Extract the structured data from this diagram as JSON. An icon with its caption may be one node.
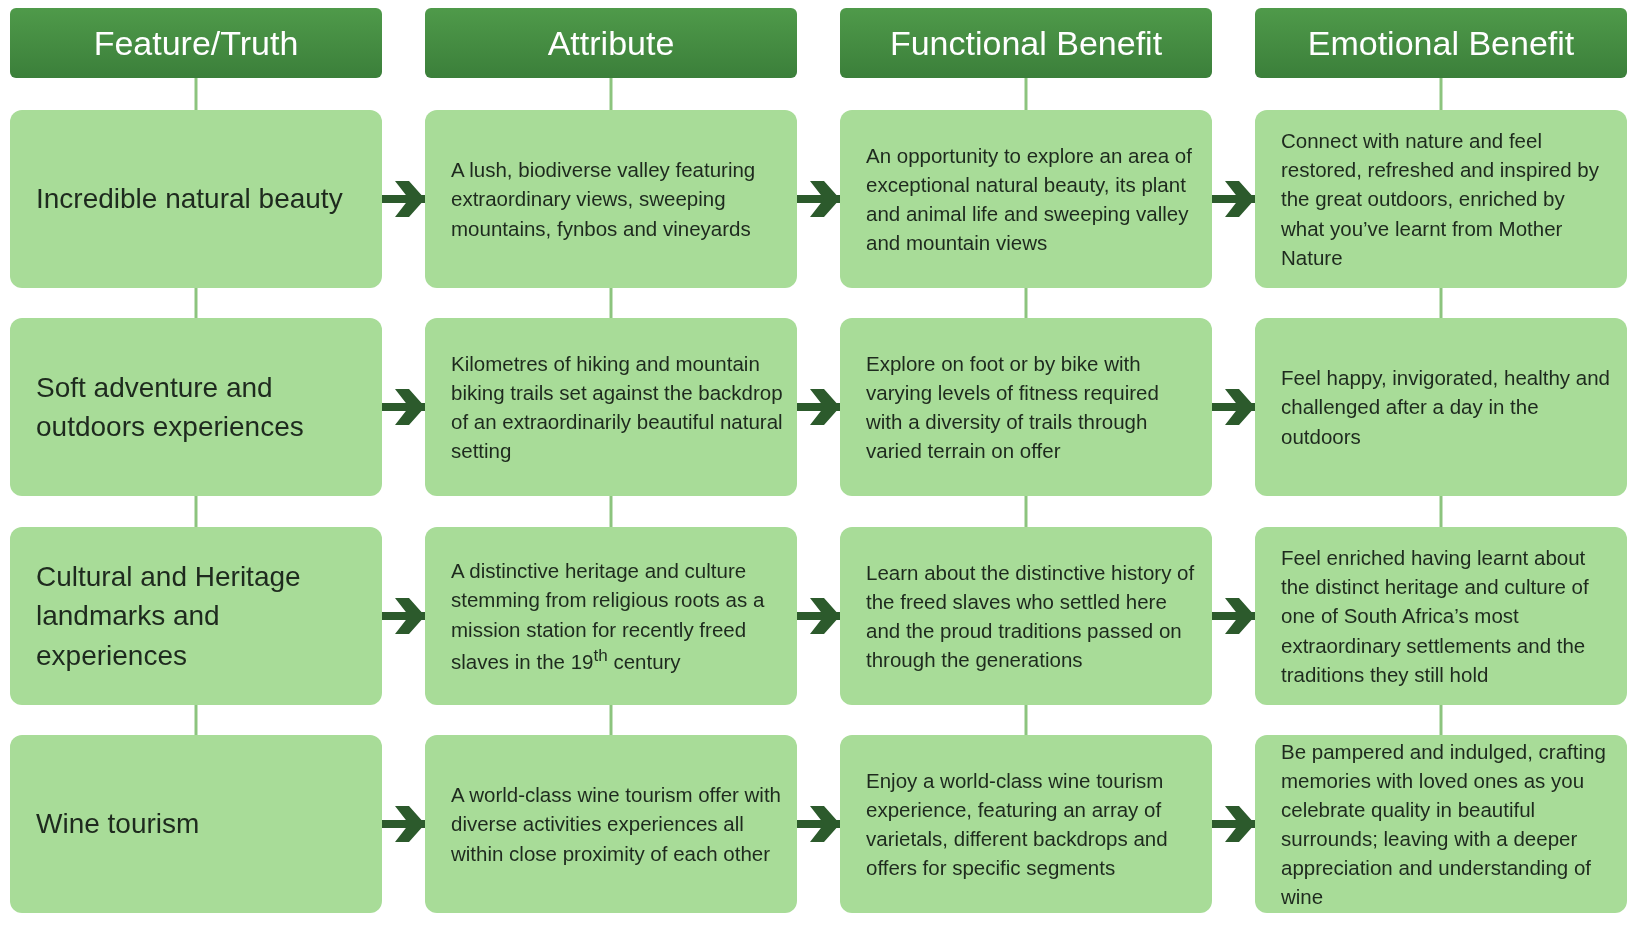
{
  "diagram": {
    "nodes": [
      {
        "text": [
          "Feature/Truth"
        ]
      },
      {
        "text": [
          "Attribute"
        ]
      },
      {
        "text": [
          "Functional Benefit"
        ]
      },
      {
        "text": [
          "Emotional Benefit"
        ]
      },
      {
        "text": [
          "Incredible natural beauty"
        ]
      },
      {
        "text": [
          "A lush, biodiverse valley featuring extraordinary views, sweeping mountains, fynbos and vineyards"
        ]
      },
      {
        "text": [
          "An opportunity to explore an area of exceptional natural beauty, its plant and animal life and sweeping valley and mountain views"
        ]
      },
      {
        "text": [
          "Connect with nature and feel restored, refreshed and inspired by the great outdoors, enriched by what you’ve learnt from Mother Nature"
        ]
      },
      {
        "text": [
          "Soft adventure and outdoors experiences"
        ]
      },
      {
        "text": [
          "Kilometres of hiking and mountain biking trails set against the backdrop of an extraordinarily beautiful natural setting"
        ]
      },
      {
        "text": [
          "Explore on foot or by bike with varying levels of fitness required with a diversity of trails through varied terrain on offer"
        ]
      },
      {
        "text": [
          "Feel happy, invigorated, healthy and challenged after a day in the outdoors"
        ]
      },
      {
        "text": [
          "Cultural and Heritage landmarks and experiences"
        ]
      },
      {
        "text": [
          "A distinctive heritage and culture stemming from religious roots as a mission station for recently freed slaves in the 19$^{th}$ century"
        ]
      },
      {
        "text": [
          "Learn about the distinctive history of the freed slaves who settled here and the proud traditions passed on through the generations"
        ]
      },
      {
        "text": [
          "Feel enriched having learnt about the distinct heritage and culture of one of South Africa’s most extraordinary settlements and the traditions they still hold"
        ]
      },
      {
        "text": [
          "Wine tourism"
        ]
      },
      {
        "text": [
          "A world-class wine tourism offer with diverse activities experiences all within close proximity of each other"
        ]
      },
      {
        "text": [
          "Enjoy a world-class wine tourism experience, featuring an array of varietals, different backdrops and offers for specific segments"
        ]
      },
      {
        "text": [
          "Be pampered and indulged, crafting memories with loved ones as you celebrate quality in beautiful surrounds; leaving with a deeper appreciation and understanding of wine"
        ]
      }
    ],
    "edges": [
      {
        "from": 4,
        "to": 5,
        "arrow": "to",
        "style": "thick",
        "color": "#2c5a2c"
      },
      {
        "from": 5,
        "to": 6,
        "arrow": "to",
        "style": "thick",
        "color": "#2c5a2c"
      },
      {
        "from": 6,
        "to": 7,
        "arrow": "to",
        "style": "thick",
        "color": "#2c5a2c"
      },
      {
        "from": 8,
        "to": 9,
        "arrow": "to",
        "style": "thick",
        "color": "#2c5a2c"
      },
      {
        "from": 9,
        "to": 10,
        "arrow": "to",
        "style": "thick",
        "color": "#2c5a2c"
      },
      {
        "from": 10,
        "to": 11,
        "arrow": "to",
        "style": "thick",
        "color": "#2c5a2c"
      },
      {
        "from": 12,
        "to": 13,
        "arrow": "to",
        "style": "thick",
        "color": "#2c5a2c"
      },
      {
        "from": 13,
        "to": 14,
        "arrow": "to",
        "style": "thick",
        "color": "#2c5a2c"
      },
      {
        "from": 14,
        "to": 15,
        "arrow": "to",
        "style": "thick",
        "color": "#2c5a2c"
      },
      {
        "from": 16,
        "to": 17,
        "arrow": "to",
        "style": "thick",
        "color": "#2c5a2c"
      },
      {
        "from": 17,
        "to": 18,
        "arrow": "to",
        "style": "thick",
        "color": "#2c5a2c"
      },
      {
        "from": 18,
        "to": 19,
        "arrow": "to",
        "style": "thick",
        "color": "#2c5a2c"
      },
      {
        "from": 0,
        "to": 4,
        "arrow": "none"
      },
      {
        "from": 4,
        "to": 8,
        "arrow": "none"
      },
      {
        "from": 8,
        "to": 12,
        "arrow": "none"
      },
      {
        "from": 12,
        "to": 16,
        "arrow": "none"
      },
      {
        "from": 1,
        "to": 5,
        "arrow": "none"
      },
      {
        "from": 5,
        "to": 9,
        "arrow": "none"
      },
      {
        "from": 9,
        "to": 13,
        "arrow": "none"
      },
      {
        "from": 13,
        "to": 17,
        "arrow": "none"
      },
      {
        "from": 2,
        "to": 6,
        "arrow": "none"
      },
      {
        "from": 6,
        "to": 10,
        "arrow": "none"
      },
      {
        "from": 10,
        "to": 14,
        "arrow": "none"
      },
      {
        "from": 14,
        "to": 18,
        "arrow": "none"
      },
      {
        "from": 3,
        "to": 7,
        "arrow": "none"
      },
      {
        "from": 7,
        "to": 11,
        "arrow": "none"
      },
      {
        "from": 11,
        "to": 15,
        "arrow": "none"
      },
      {
        "from": 15,
        "to": 19,
        "arrow": "none"
      }
    ]
  }
}
